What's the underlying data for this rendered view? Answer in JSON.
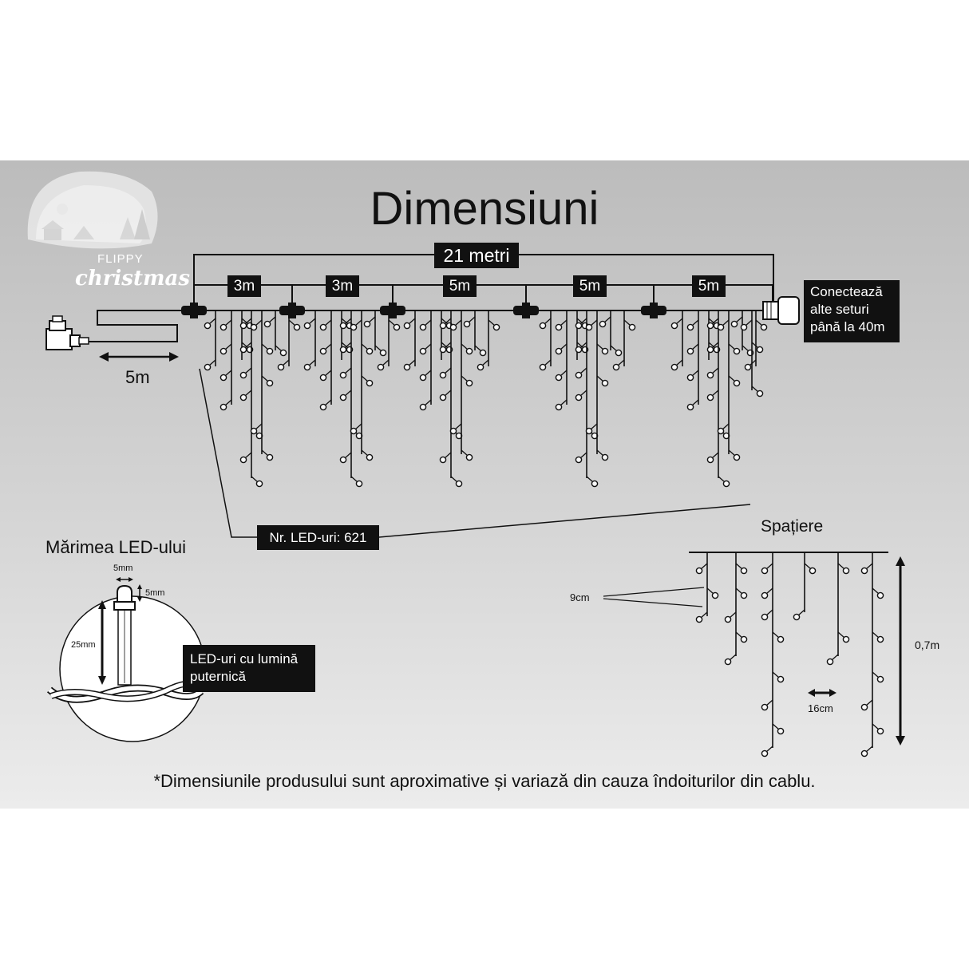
{
  "title": "Dimensiuni",
  "logo": {
    "brand": "FLIPPY",
    "script": "christmas"
  },
  "total_length": "21 metri",
  "segments": [
    "3m",
    "3m",
    "5m",
    "5m",
    "5m"
  ],
  "lead_cable": "5m",
  "connect_note": [
    "Conectează",
    "alte seturi",
    "până la 40m"
  ],
  "led_count": "Nr. LED-uri: 621",
  "led_size": {
    "title": "Mărimea LED-ului",
    "width": "5mm",
    "height_cap": "5mm",
    "height_total": "25mm",
    "note": [
      "LED-uri cu lumină",
      "puternică"
    ]
  },
  "spacing": {
    "title": "Spațiere",
    "drop_spacing": "9cm",
    "horizontal": "16cm",
    "height": "0,7m"
  },
  "disclaimer": "*Dimensiunile produsului sunt aproximative și variază din cauza îndoiturilor din cablu.",
  "colors": {
    "background_top": "#bcbcbc",
    "background_bottom": "#ececec",
    "ink": "#111111",
    "label_fill": "#111111",
    "label_text": "#ffffff"
  }
}
